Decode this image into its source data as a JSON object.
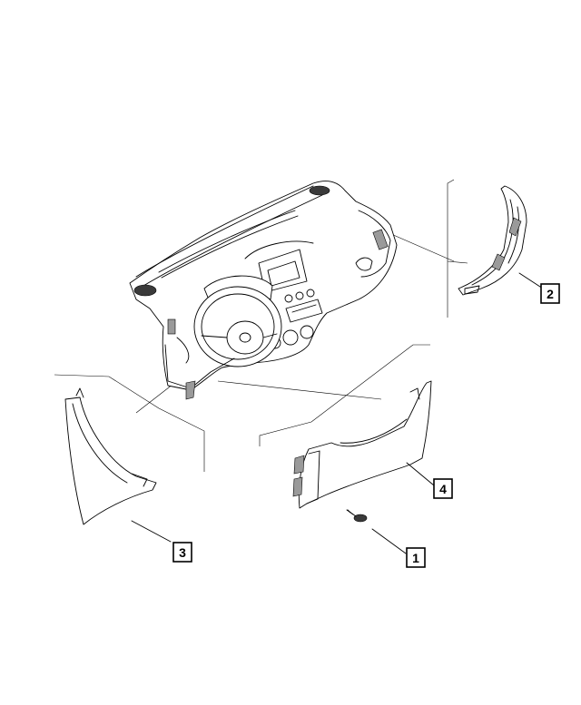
{
  "callouts": [
    {
      "id": "1",
      "label": "1"
    },
    {
      "id": "2",
      "label": "2"
    },
    {
      "id": "3",
      "label": "3"
    },
    {
      "id": "4",
      "label": "4"
    }
  ],
  "colors": {
    "ink": "#000000",
    "background": "#ffffff",
    "shade": "#9a9a9a"
  }
}
